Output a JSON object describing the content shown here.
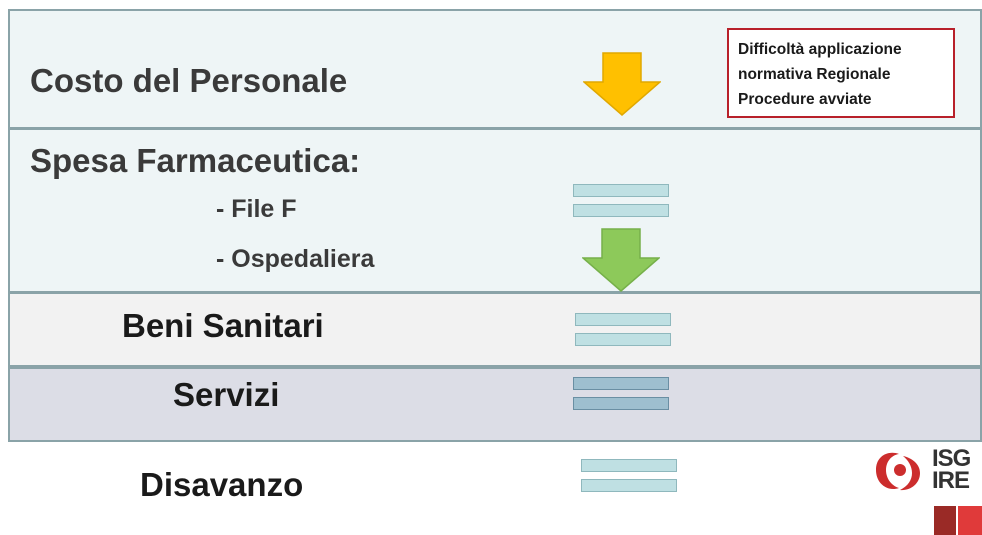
{
  "rows": {
    "costo": {
      "label": "Costo del Personale"
    },
    "spesa": {
      "label": "Spesa Farmaceutica:",
      "sub1": "- File F",
      "sub2": "- Ospedaliera"
    },
    "beni": {
      "label": "Beni Sanitari"
    },
    "servizi": {
      "label": "Servizi"
    },
    "disavanzo": {
      "label": "Disavanzo"
    }
  },
  "note": {
    "line1": "Difficoltà applicazione",
    "line2": "normativa  Regionale",
    "line3": "Procedure  avviate"
  },
  "indicators": {
    "costo": "down-arrow-orange",
    "file_f": "equals",
    "ospedaliera": "down-arrow-green",
    "beni": "equals",
    "servizi": "equals",
    "disavanzo": "equals"
  },
  "colors": {
    "arrow_orange": "#ffc000",
    "arrow_green": "#8dc95a",
    "note_border": "#b8202a",
    "logo_red": "#cc2d2d"
  },
  "logo": {
    "line1": "ISG",
    "line2": "IRE"
  }
}
